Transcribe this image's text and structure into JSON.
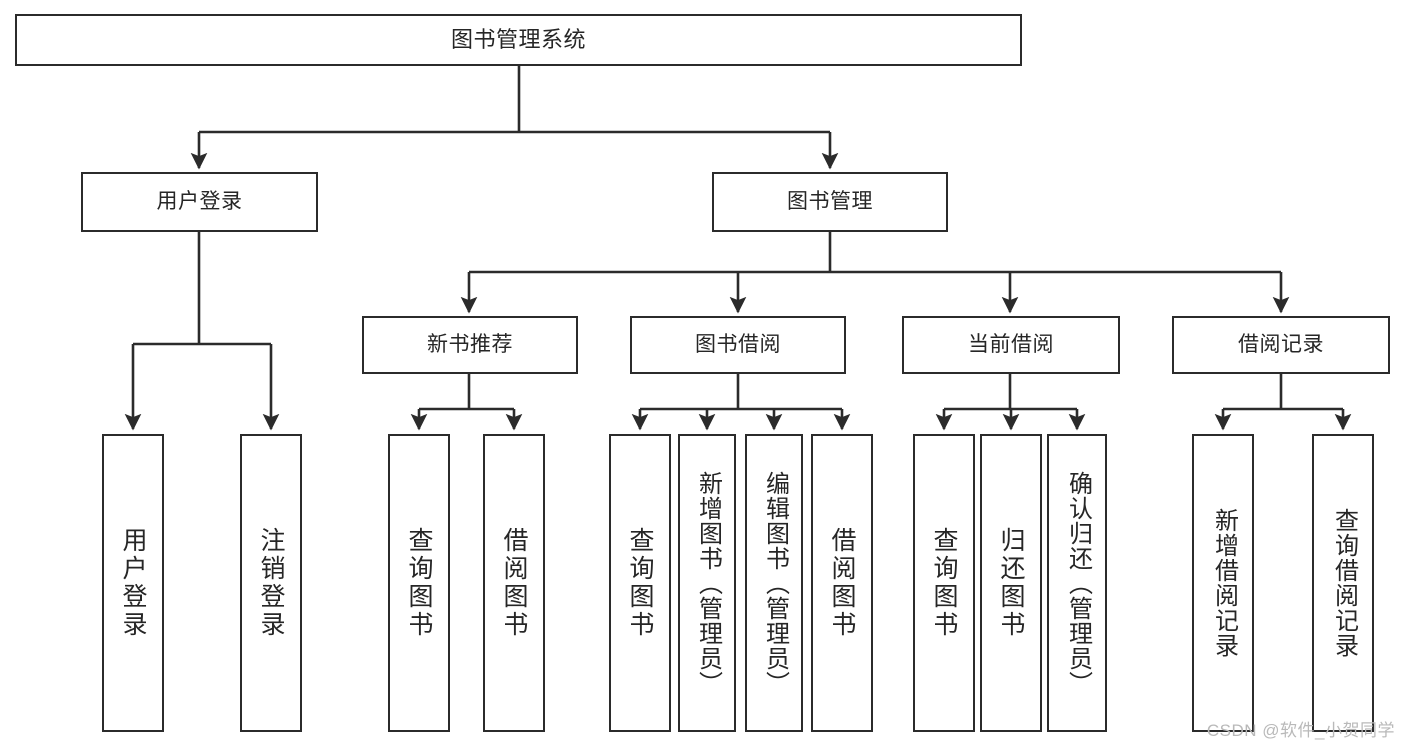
{
  "diagram": {
    "type": "tree",
    "title": "图书管理系统",
    "root": {
      "label": "图书管理系统"
    },
    "level2": [
      {
        "label": "用户登录"
      },
      {
        "label": "图书管理"
      }
    ],
    "level3": [
      {
        "label": "新书推荐"
      },
      {
        "label": "图书借阅"
      },
      {
        "label": "当前借阅"
      },
      {
        "label": "借阅记录"
      }
    ],
    "leaves": {
      "user_login": [
        {
          "label": "用户登录"
        },
        {
          "label": "注销登录"
        }
      ],
      "new_book_recommend": [
        {
          "label": "查询图书"
        },
        {
          "label": "借阅图书"
        }
      ],
      "book_borrow": [
        {
          "label": "查询图书"
        },
        {
          "label": "新增图书（管理员）"
        },
        {
          "label": "编辑图书（管理员）"
        },
        {
          "label": "借阅图书"
        }
      ],
      "current_borrow": [
        {
          "label": "查询图书"
        },
        {
          "label": "归还图书"
        },
        {
          "label": "确认归还（管理员）"
        }
      ],
      "borrow_record": [
        {
          "label": "新增借阅记录"
        },
        {
          "label": "查询借阅记录"
        }
      ]
    }
  },
  "watermark": {
    "text": "CSDN @软件_小贺同学"
  },
  "colors": {
    "stroke": "#2b2b2b",
    "background": "#ffffff",
    "text": "#262626",
    "watermark": "#b9b9b9"
  }
}
